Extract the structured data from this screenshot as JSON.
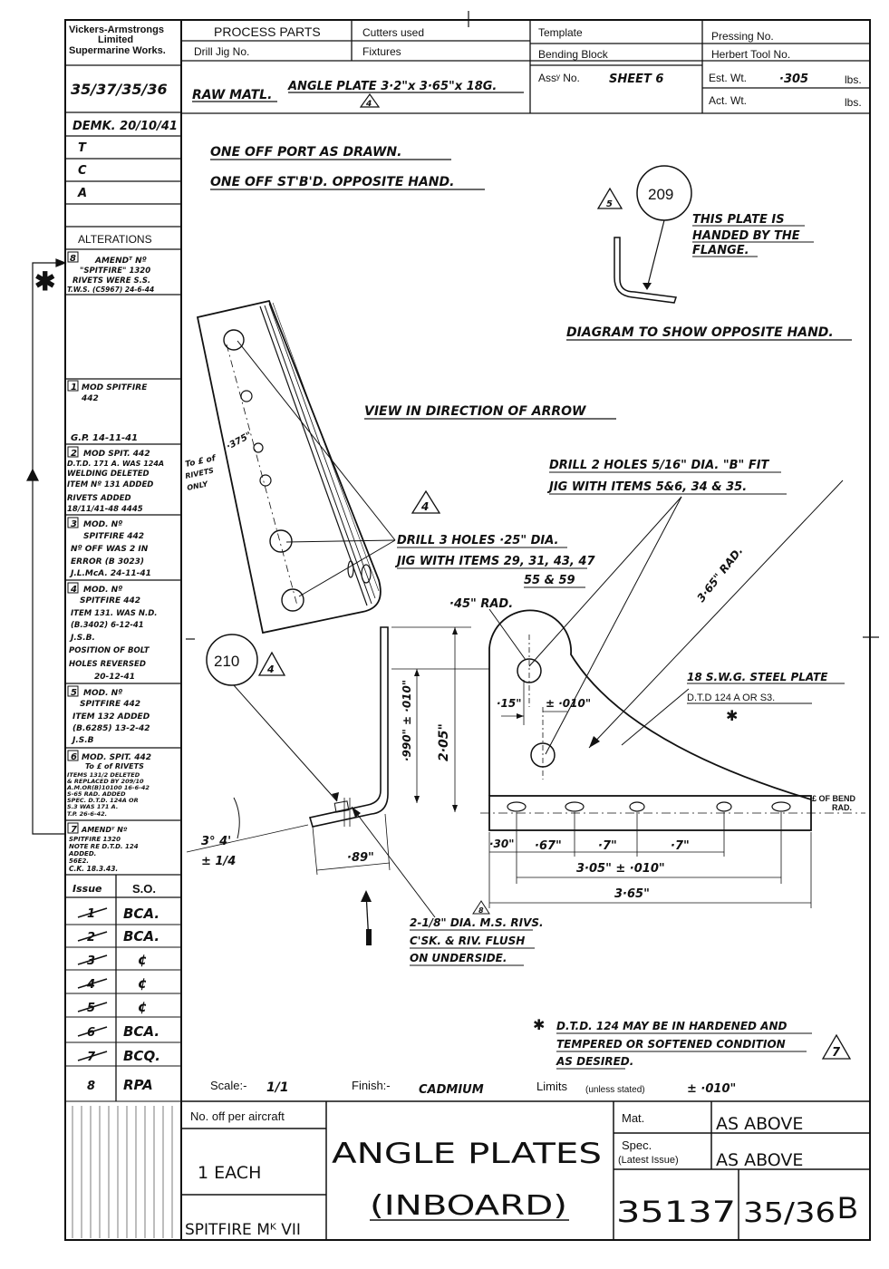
{
  "header": {
    "firm": [
      "Vickers-Armstrongs",
      "Limited",
      "Supermarine Works."
    ],
    "process_parts": "PROCESS PARTS",
    "drill_jig": "Drill Jig No.",
    "cutters_used": "Cutters used",
    "fixtures": "Fixtures",
    "template": "Template",
    "bending_block": "Bending Block",
    "pressing_no": "Pressing No.",
    "herbert_tool_no": "Herbert Tool No.",
    "drawing_ref": "35/37/35/36",
    "raw_matl_label": "RAW MATL.",
    "raw_matl_value": "ANGLE PLATE 3·2\"x 3·65\"x 18G.",
    "raw_matl_issue": "4",
    "assy_no_label": "Assʸ No.",
    "assy_no_value": "SHEET 6",
    "est_wt_label": "Est. Wt.",
    "est_wt_value": "·305",
    "act_wt_label": "Act. Wt.",
    "lbs": "lbs."
  },
  "left_column": {
    "demk": "DEMK. 20/10/41",
    "t": "T",
    "c": "C",
    "a": "A",
    "alterations_title": "ALTERATIONS",
    "alterations": [
      {
        "no": "8",
        "lines": [
          "AMENDᵀ Nº",
          "\"SPITFIRE\" 1320",
          "RIVETS WERE S.S.",
          "T.W.S. (C5967) 24-6-44"
        ]
      },
      {
        "no": "1",
        "lines": [
          "MOD SPITFIRE",
          "442",
          "",
          "G.P. 14-11-41"
        ]
      },
      {
        "no": "2",
        "lines": [
          "MOD SPIT. 442",
          "D.T.D. 171 A. WAS 124A",
          "WELDING DELETED",
          "ITEM Nº 131 ADDED",
          "RIVETS ADDED",
          "18/11/41-48 4445"
        ]
      },
      {
        "no": "3",
        "lines": [
          "MOD. Nº",
          "SPITFIRE 442",
          "Nº OFF WAS 2 IN",
          "ERROR (B 3023)",
          "J.L.McA. 24-11-41"
        ]
      },
      {
        "no": "4",
        "lines": [
          "MOD. Nº",
          "SPITFIRE 442",
          "ITEM 131. WAS N.D.",
          "(B.3402) 6-12-41",
          "J.S.B.",
          "POSITION OF BOLT",
          "HOLES REVERSED",
          "20-12-41"
        ]
      },
      {
        "no": "5",
        "lines": [
          "MOD. Nº",
          "SPITFIRE 442",
          "ITEM 132 ADDED",
          "(B.6285) 13-2-42",
          "J.S.B"
        ]
      },
      {
        "no": "6",
        "lines": [
          "MOD. SPIT. 442",
          "To £ of RIVETS",
          "ITEMS 131/2 DELETED",
          "& REPLACED BY 209/10",
          "A.M.OR(B)10100 16-6-42",
          "S-65 RAD. ADDED",
          "SPEC. D.T.D. 124A OR",
          "S.3 WAS 171 A.",
          "T.P. 26-6-42."
        ]
      },
      {
        "no": "7",
        "lines": [
          "AMENDᵀ Nº",
          "SPITFIRE 1320",
          "NOTE RE D.T.D. 124",
          "ADDED.",
          "56E2.",
          "C.K. 18.3.43."
        ]
      }
    ],
    "issue_header": [
      "Issue",
      "S.O."
    ],
    "issues": [
      {
        "issue": "1",
        "so": "BCA."
      },
      {
        "issue": "2",
        "so": "BCA."
      },
      {
        "issue": "3",
        "so": "¢"
      },
      {
        "issue": "4",
        "so": "¢"
      },
      {
        "issue": "5",
        "so": "¢"
      },
      {
        "issue": "6",
        "so": "BCA."
      },
      {
        "issue": "7",
        "so": "BCQ."
      },
      {
        "issue": "8",
        "so": "RPA"
      }
    ]
  },
  "notes": {
    "one_off_port": "ONE OFF PORT AS DRAWN.",
    "one_off_stbd": "ONE OFF ST'B'D. OPPOSITE HAND.",
    "item_209": "209",
    "note_209_issue": "5",
    "handed": [
      "THIS PLATE IS",
      "HANDED BY THE",
      "FLANGE."
    ],
    "diagram_opposite": "DIAGRAM TO SHOW OPPOSITE HAND.",
    "view_arrow": "VIEW IN DIRECTION OF ARROW",
    "to_rivets": [
      "To £ of",
      "RIVETS",
      "ONLY"
    ],
    "dim_375": "·375\"",
    "view_issue": "4",
    "drill_3": [
      "DRILL 3 HOLES ·25\" DIA.",
      "JIG WITH ITEMS 29, 31, 43, 47",
      "55 & 59"
    ],
    "drill_2": [
      "DRILL 2 HOLES 5/16\" DIA. \"B\" FIT",
      "JIG WITH ITEMS 5&6, 34 & 35."
    ],
    "rad_365": "3·65\" RAD.",
    "rad_45": "·45\" RAD.",
    "steel_plate": [
      "18 S.W.G. STEEL PLATE",
      "D.T.D 124 A OR S3."
    ],
    "dim_990": "·990\" ± ·010\"",
    "dim_205": "2·05\"",
    "dim_15": "·15\"",
    "dim_010": "± ·010\"",
    "cl_bend": [
      "£ OF BEND",
      "RAD."
    ],
    "item_210": "210",
    "item_210_issue": "4",
    "angle": [
      "3° 4'",
      "± 1/4"
    ],
    "dim_89": "·89\"",
    "dims_bottom": [
      "·30\"",
      "·67\"",
      "·7\"",
      "·7\""
    ],
    "dim_305": "3·05\" ± ·010\"",
    "dim_365": "3·65\"",
    "rivets": [
      "2-1/8\" DIA. M.S. RIVS.",
      "C'SK. & RIV. FLUSH",
      "ON UNDERSIDE."
    ],
    "rivets_issue": "8",
    "footnote": [
      "D.T.D. 124 MAY BE IN HARDENED AND",
      "TEMPERED OR SOFTENED CONDITION",
      "AS DESIRED."
    ],
    "footnote_issue": "7"
  },
  "title_block": {
    "scale_label": "Scale:-",
    "scale_value": "1/1",
    "finish_label": "Finish:-",
    "finish_value": "CADMIUM",
    "limits_label": "Limits",
    "limits_note": "(unless stated)",
    "limits_value": "± ·010\"",
    "no_off_label": "No. off per aircraft",
    "no_off_value": "1 EACH",
    "aircraft": "SPITFIRE Mᴷ VII",
    "title_1": "ANGLE PLATES",
    "title_2": "(INBOARD)",
    "mat_label": "Mat.",
    "mat_value": "AS ABOVE",
    "spec_label": "Spec.",
    "spec_note": "(Latest Issue)",
    "spec_value": "AS ABOVE",
    "drawing_no_1": "35137",
    "drawing_no_2": "35/36",
    "issue_letter": "B"
  }
}
